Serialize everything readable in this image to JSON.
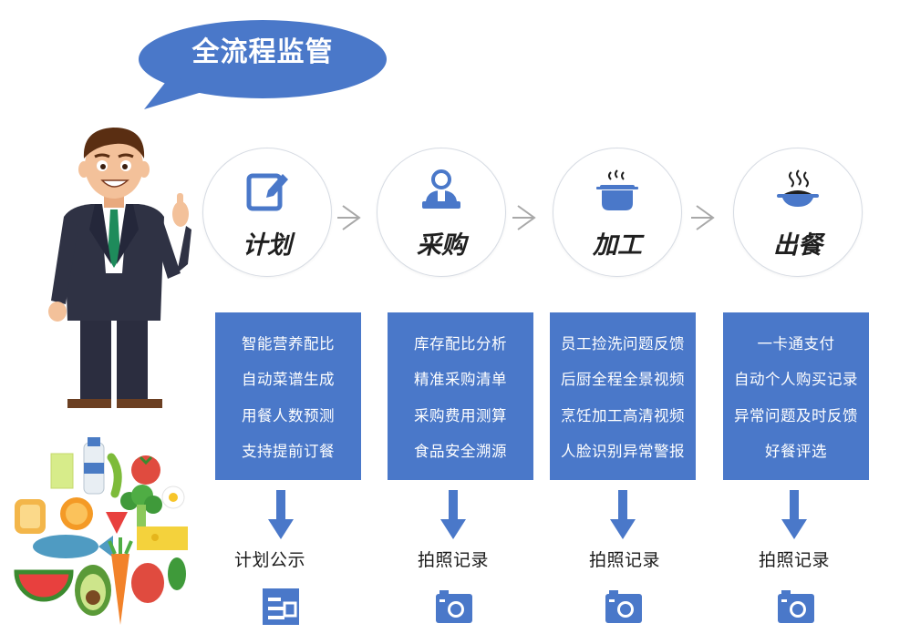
{
  "bubble": {
    "title": "全流程监管"
  },
  "stages": [
    {
      "id": "plan",
      "title": "计划",
      "icon": "edit-icon",
      "items": [
        "智能营养配比",
        "自动菜谱生成",
        "用餐人数预测",
        "支持提前订餐"
      ],
      "output": "计划公示",
      "output_icon": "notice-icon"
    },
    {
      "id": "purchase",
      "title": "采购",
      "icon": "buyer-icon",
      "items": [
        "库存配比分析",
        "精准采购清单",
        "采购费用测算",
        "食品安全溯源"
      ],
      "output": "拍照记录",
      "output_icon": "camera-icon"
    },
    {
      "id": "process",
      "title": "加工",
      "icon": "cooking-pot-icon",
      "items": [
        "员工捡洗问题反馈",
        "后厨全程全景视频",
        "烹饪加工高清视频",
        "人脸识别异常警报"
      ],
      "output": "拍照记录",
      "output_icon": "camera-icon"
    },
    {
      "id": "serve",
      "title": "出餐",
      "icon": "meal-plate-icon",
      "items": [
        "一卡通支付",
        "自动个人购买记录",
        "异常问题及时反馈",
        "好餐评选"
      ],
      "output": "拍照记录",
      "output_icon": "camera-icon"
    }
  ],
  "colors": {
    "primary": "#4a78c9",
    "text": "#1a1a1a"
  }
}
